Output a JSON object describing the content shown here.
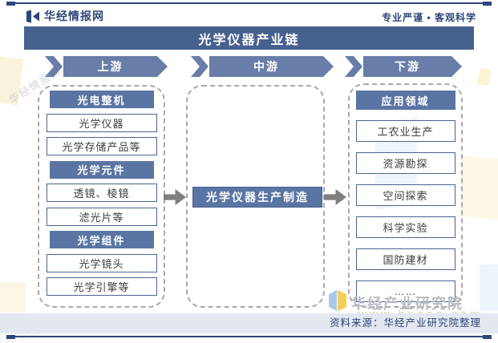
{
  "header": {
    "brand": "华经情报网",
    "slogan": "专业严谨 • 客观科学"
  },
  "title": "光学仪器产业链",
  "stages": [
    {
      "label": "上游"
    },
    {
      "label": "中游"
    },
    {
      "label": "下游"
    }
  ],
  "upstream": {
    "groups": [
      {
        "header": "光电整机",
        "items": [
          "光学仪器",
          "光学存储产品等"
        ]
      },
      {
        "header": "光学元件",
        "items": [
          "透镜、棱镜",
          "滤光片等"
        ]
      },
      {
        "header": "光学组件",
        "items": [
          "光学镜头",
          "光学引擎等"
        ]
      }
    ]
  },
  "midstream": {
    "box_label": "光学仪器生产制造"
  },
  "downstream": {
    "header": "应用领域",
    "items": [
      "工农业生产",
      "资源勘探",
      "空间探索",
      "科学实验",
      "国防建材",
      "……"
    ]
  },
  "watermark": {
    "name": "华经产业研究院",
    "url": "www.huaon.com",
    "diagonal_brand": "华经情报网"
  },
  "footer": {
    "source": "资料来源：华经产业研究院整理"
  },
  "colors": {
    "navy": "#2e4678",
    "title_bar": "#47618f",
    "banner": "#687ea8",
    "header_fill": "#5a75a3",
    "box_border": "#4a6390",
    "flow_arrow": "#7f7f7f",
    "footer_strip": "#e2e7f0"
  }
}
